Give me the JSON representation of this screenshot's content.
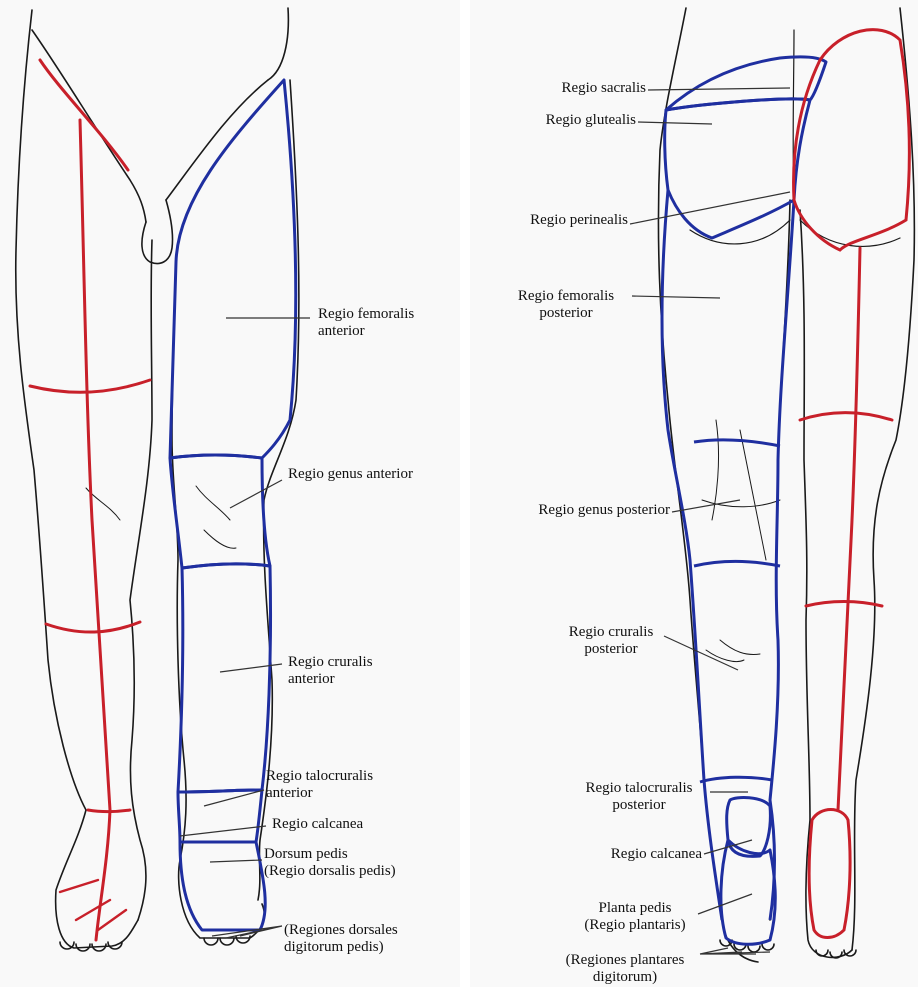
{
  "colors": {
    "background": "#ffffff",
    "outline": "#1a1a1a",
    "region_border_blue": "#1f2fa0",
    "median_line_red": "#c8202a",
    "label_text": "#111111",
    "leader_line": "#333333"
  },
  "anterior_labels": {
    "femoralis_anterior": [
      "Regio femoralis",
      "anterior"
    ],
    "genus_anterior": [
      "Regio genus anterior"
    ],
    "cruralis_anterior": [
      "Regio cruralis",
      "anterior"
    ],
    "talocruralis_anterior": [
      "Regio talocruralis",
      "anterior"
    ],
    "calcanea": [
      "Regio calcanea"
    ],
    "dorsum_pedis": [
      "Dorsum pedis",
      "(Regio dorsalis pedis)"
    ],
    "dorsales_digitorum": [
      "(Regiones dorsales",
      "digitorum pedis)"
    ]
  },
  "posterior_labels": {
    "sacralis": [
      "Regio sacralis"
    ],
    "glutealis": [
      "Regio glutealis"
    ],
    "perinealis": [
      "Regio perinealis"
    ],
    "femoralis_posterior": [
      "Regio femoralis",
      "posterior"
    ],
    "genus_posterior": [
      "Regio genus posterior"
    ],
    "cruralis_posterior": [
      "Regio cruralis",
      "posterior"
    ],
    "talocruralis_posterior": [
      "Regio talocruralis",
      "posterior"
    ],
    "calcanea": [
      "Regio calcanea"
    ],
    "planta_pedis": [
      "Planta pedis",
      "(Regio plantaris)"
    ],
    "plantares_digitorum": [
      "(Regiones plantares",
      "digitorum)"
    ]
  }
}
